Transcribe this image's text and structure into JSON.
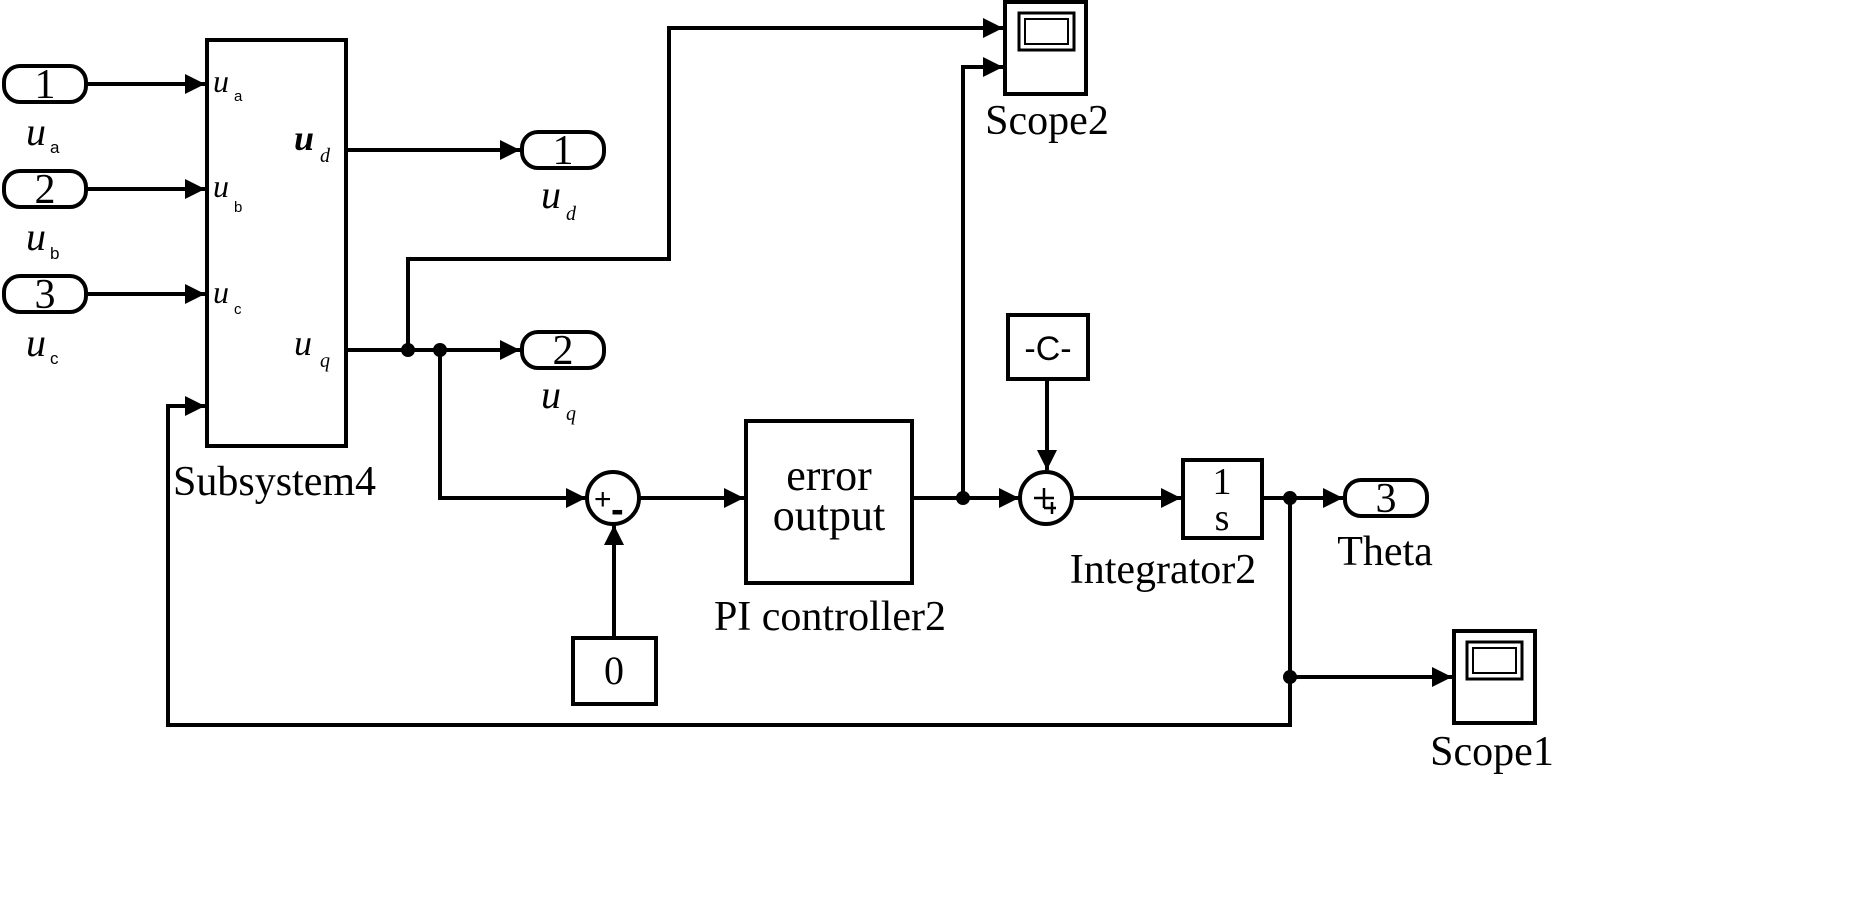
{
  "inports": [
    {
      "number": "1",
      "sym": "u",
      "sub": "a"
    },
    {
      "number": "2",
      "sym": "u",
      "sub": "b"
    },
    {
      "number": "3",
      "sym": "u",
      "sub": "c"
    }
  ],
  "subsystem": {
    "label": "Subsystem4",
    "inputs": [
      {
        "sym": "u",
        "sub": "a"
      },
      {
        "sym": "u",
        "sub": "b"
      },
      {
        "sym": "u",
        "sub": "c"
      }
    ],
    "outputs": [
      {
        "sym": "u",
        "sub": "d"
      },
      {
        "sym": "u",
        "sub": "q"
      }
    ]
  },
  "outports": [
    {
      "number": "1",
      "sym": "u",
      "sub": "d"
    },
    {
      "number": "2",
      "sym": "u",
      "sub": "q"
    },
    {
      "number": "3",
      "label": "Theta"
    }
  ],
  "sum1": {
    "signs": [
      "+",
      "-"
    ]
  },
  "const_zero": {
    "value": "0"
  },
  "pi_controller": {
    "label": "PI controller2",
    "line1": "error",
    "line2": "output"
  },
  "const_c": {
    "value": "-C-"
  },
  "integrator": {
    "label": "Integrator2",
    "numerator": "1",
    "denominator": "s"
  },
  "scope1": {
    "label": "Scope1"
  },
  "scope2": {
    "label": "Scope2"
  }
}
